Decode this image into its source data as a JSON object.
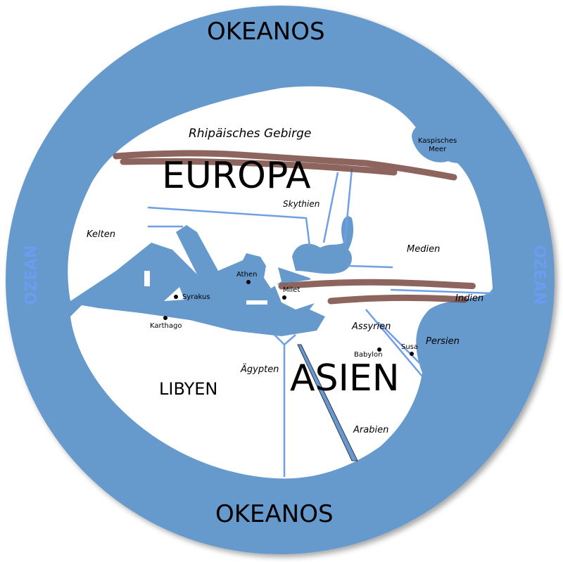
{
  "ocean_top": "OKEANOS",
  "ocean_bottom": "OKEANOS",
  "ocean_left": "OZEAN",
  "ocean_right": "OZEAN",
  "continents": {
    "europe": "EUROPA",
    "asia": "ASIEN",
    "libya": "LIBYEN"
  },
  "regions": {
    "rhipaean": "Rhipäisches Gebirge",
    "scythia": "Skythien",
    "celts": "Kelten",
    "media": "Medien",
    "india": "Indien",
    "assyria": "Assyrien",
    "persia": "Persien",
    "egypt": "Ägypten",
    "arabia": "Arabien"
  },
  "seas": {
    "caspian_line1": "Kaspisches",
    "caspian_line2": "Meer"
  },
  "cities": {
    "athens": "Athen",
    "miletus": "Milet",
    "syracuse": "Syrakus",
    "carthage": "Karthago",
    "babylon": "Babylon",
    "susa": "Susa"
  },
  "colors": {
    "ocean": "#6699cc",
    "water": "#5b8fd0",
    "rivers": "#6f9fe6",
    "mountains": "#7a4a42",
    "land": "#ffffff"
  }
}
